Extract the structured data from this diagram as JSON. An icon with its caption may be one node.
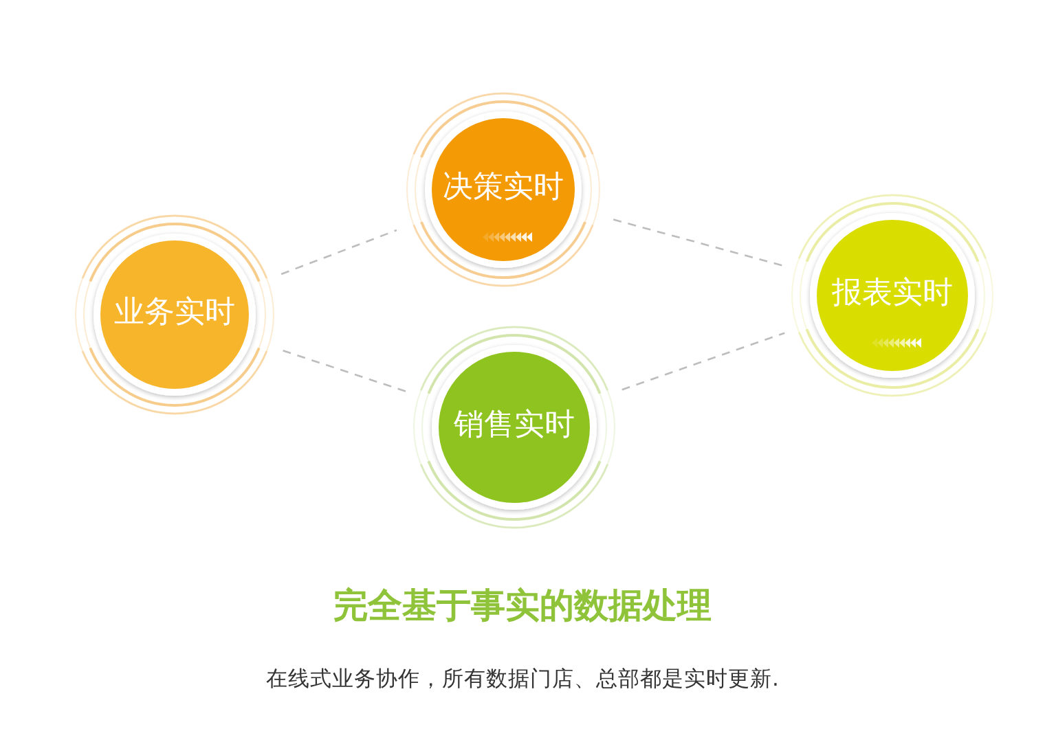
{
  "diagram": {
    "title": "完全基于事实的数据处理",
    "caption": "在线式业务协作，所有数据门店、总部都是实时更新.",
    "nodes": [
      {
        "text": [
          "业务实时"
        ]
      },
      {
        "text": [
          "决策实时"
        ]
      },
      {
        "text": [
          "销售实时"
        ]
      },
      {
        "text": [
          "报表实时"
        ]
      }
    ],
    "edges": [
      {
        "from": 0,
        "to": 1,
        "arrow": "none",
        "style": "dashed"
      },
      {
        "from": 0,
        "to": 2,
        "arrow": "none",
        "style": "dashed"
      },
      {
        "from": 1,
        "to": 3,
        "arrow": "none",
        "style": "dashed"
      },
      {
        "from": 2,
        "to": 3,
        "arrow": "none",
        "style": "dashed"
      }
    ]
  }
}
